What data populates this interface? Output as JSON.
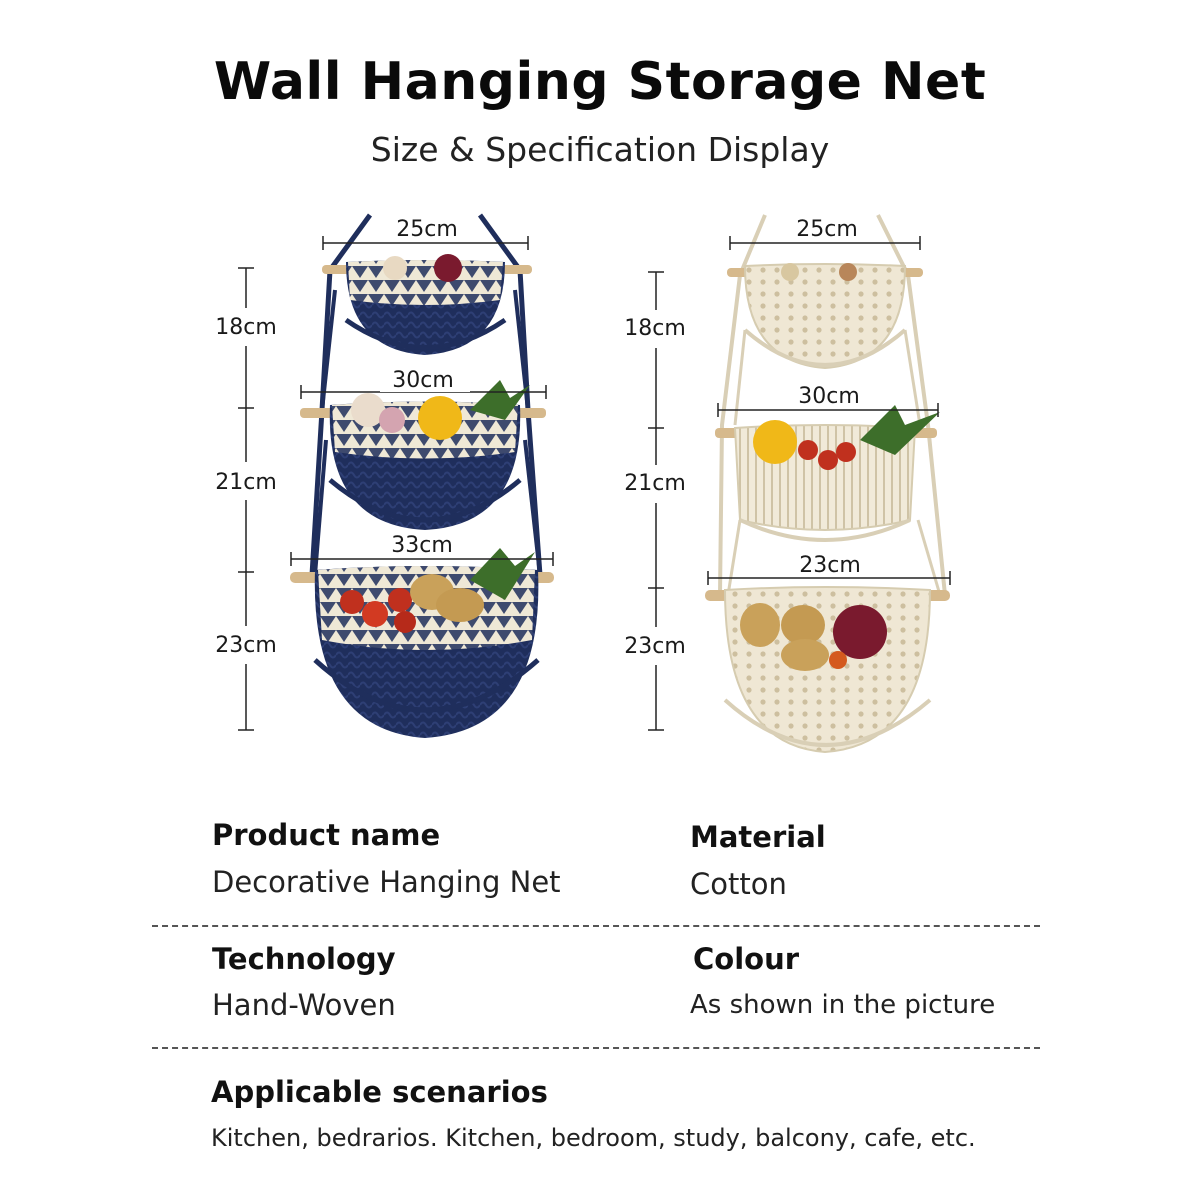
{
  "header": {
    "title": "Wall Hanging Storage Net",
    "subtitle": "Size & Specification Display"
  },
  "diagram": {
    "navy": {
      "widths": [
        "25cm",
        "30cm",
        "33cm"
      ],
      "heights": [
        "18cm",
        "21cm",
        "23cm"
      ],
      "colors": {
        "basket": "#1f2e5c",
        "trim": "#efe8d6",
        "rope": "#1f2e5c"
      }
    },
    "cream": {
      "widths": [
        "25cm",
        "30cm",
        "23cm"
      ],
      "heights": [
        "18cm",
        "21cm",
        "23cm"
      ],
      "colors": {
        "basket": "#ede5d2",
        "trim": "#e6dcc4",
        "rope": "#d9cfb6"
      }
    }
  },
  "specs": {
    "product_name": {
      "label": "Product name",
      "value": "Decorative Hanging Net"
    },
    "material": {
      "label": "Material",
      "value": "Cotton"
    },
    "technology": {
      "label": "Technology",
      "value": "Hand-Woven"
    },
    "colour": {
      "label": "Colour",
      "value": "As shown in the picture"
    },
    "scenarios": {
      "label": "Applicable scenarios",
      "value": "Kitchen, bedrarios. Kitchen, bedroom, study, balcony, cafe, etc."
    }
  }
}
